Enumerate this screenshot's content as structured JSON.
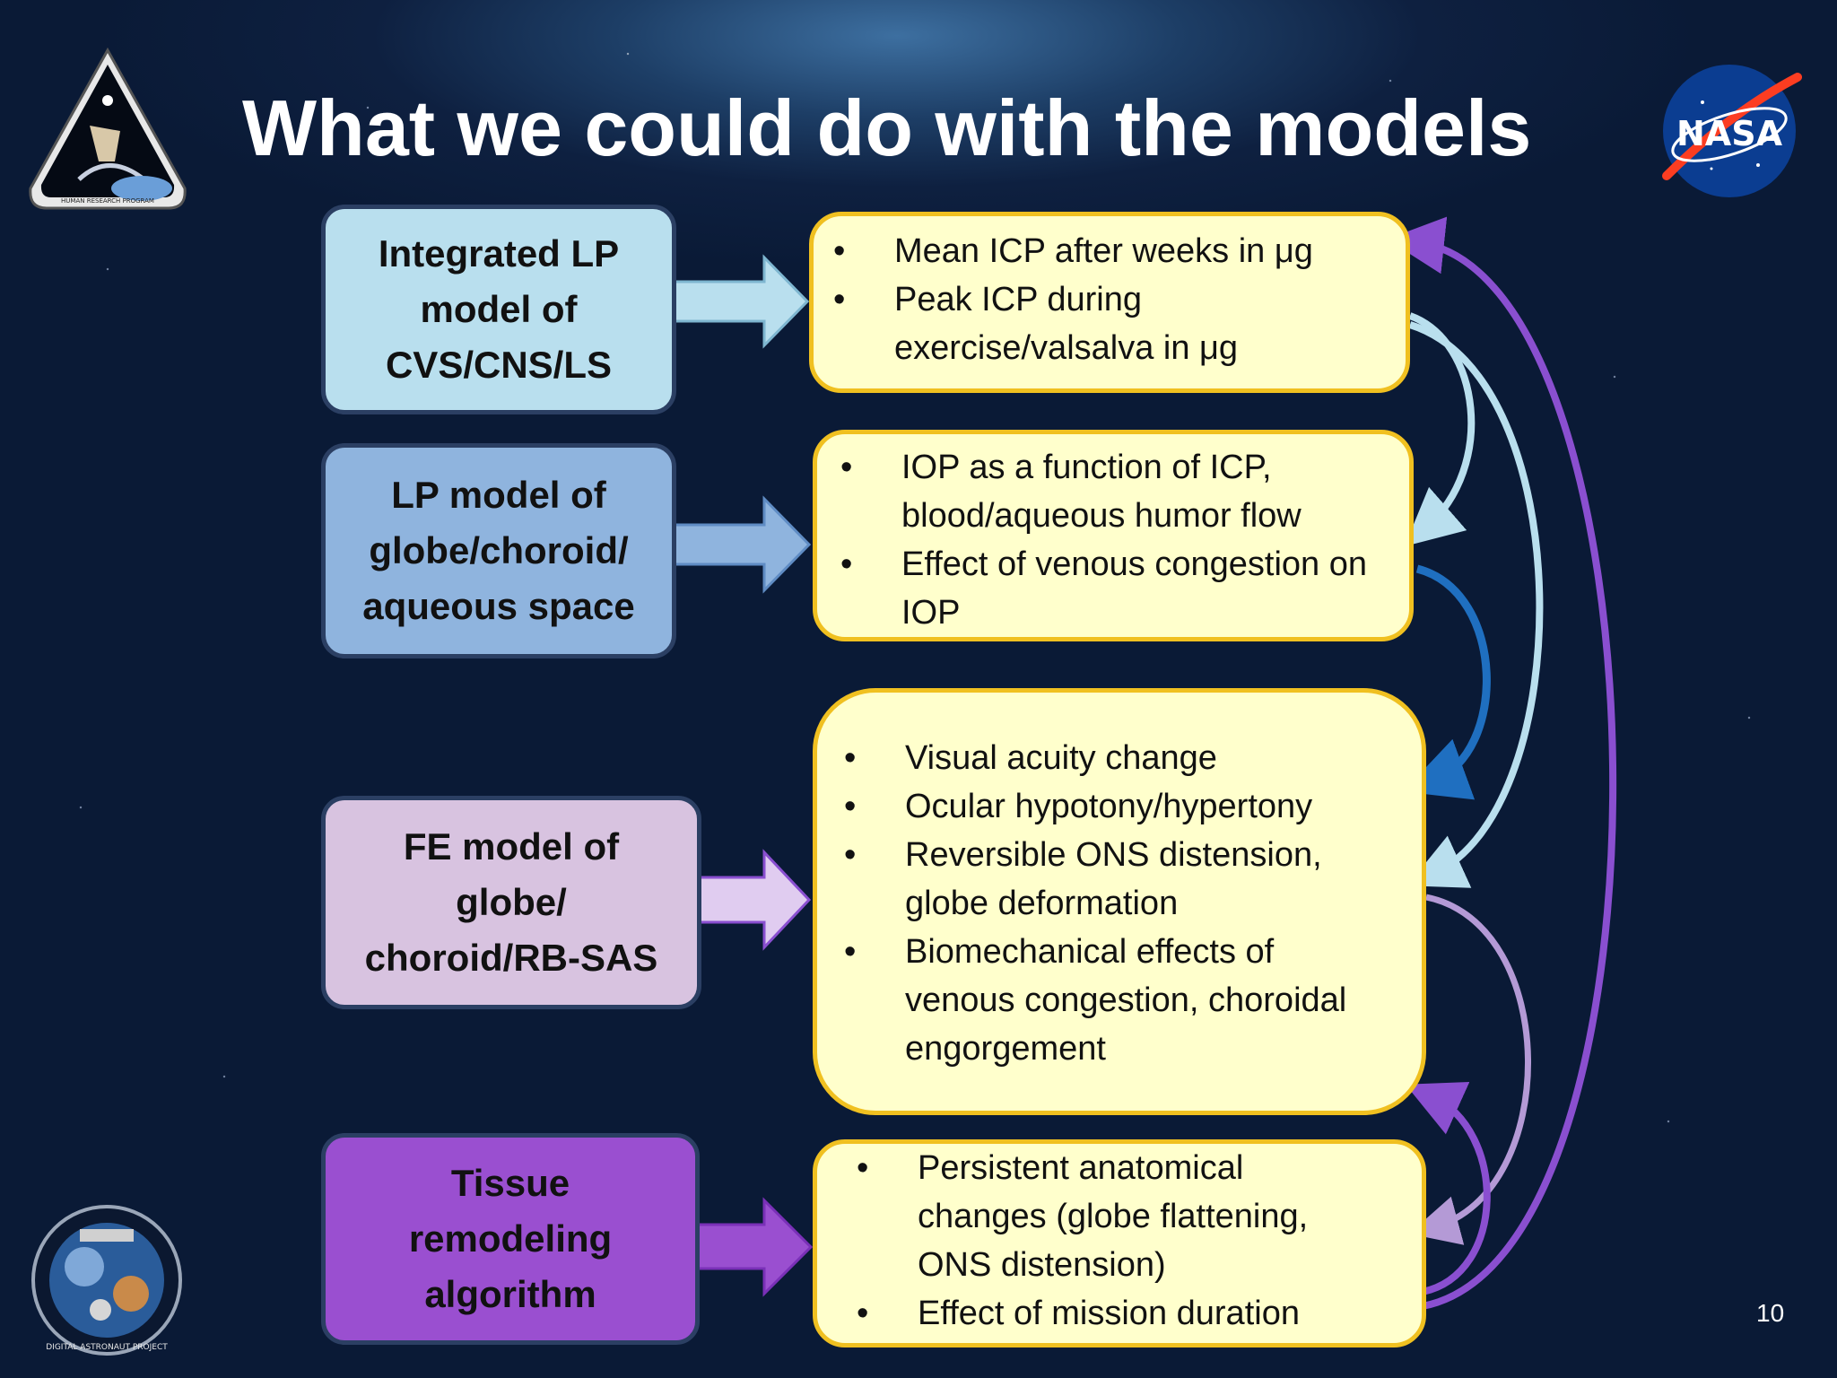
{
  "slide": {
    "title": "What we could do with the models",
    "page_number": "10"
  },
  "logos": {
    "hrp": {
      "caption": "HUMAN RESEARCH PROGRAM"
    },
    "nasa": {
      "text": "NASA"
    },
    "dap": {
      "caption": "DIGITAL ASTRONAUT PROJECT"
    }
  },
  "models": [
    {
      "label": "Integrated LP\nmodel of\nCVS/CNS/LS",
      "color": "#b9dfee"
    },
    {
      "label": "LP model of\nglobe/choroid/\naqueous space",
      "color": "#8fb4de"
    },
    {
      "label": "FE model of\nglobe/\nchoroid/RB-SAS",
      "color": "#d8c3e0"
    },
    {
      "label": "Tissue\nremodeling\nalgorithm",
      "color": "#9a4fd0"
    }
  ],
  "outputs": [
    {
      "bullets": [
        {
          "lines": [
            "Mean ICP after weeks in μg"
          ]
        },
        {
          "lines": [
            "Peak ICP during",
            "exercise/valsalva in μg"
          ]
        }
      ]
    },
    {
      "bullets": [
        {
          "lines": [
            "IOP as a function of ICP,",
            "blood/aqueous humor flow"
          ]
        },
        {
          "lines": [
            "Effect of venous congestion on",
            "IOP"
          ]
        }
      ]
    },
    {
      "bullets": [
        {
          "lines": [
            "Visual acuity change"
          ]
        },
        {
          "lines": [
            "Ocular hypotony/hypertony"
          ]
        },
        {
          "lines": [
            "Reversible ONS distension,",
            "globe deformation"
          ]
        },
        {
          "lines": [
            "Biomechanical effects of",
            "venous congestion, choroidal",
            "engorgement"
          ]
        }
      ]
    },
    {
      "bullets": [
        {
          "lines": [
            "Persistent anatomical",
            "changes (globe flattening,",
            "ONS distension)"
          ]
        },
        {
          "lines": [
            "Effect of mission duration"
          ]
        }
      ]
    }
  ],
  "arrow_colors": {
    "light_blue": "#b9dfee",
    "blue": "#1f6fc0",
    "purple": "#8a4fd0",
    "lavender": "#b49ad6"
  }
}
